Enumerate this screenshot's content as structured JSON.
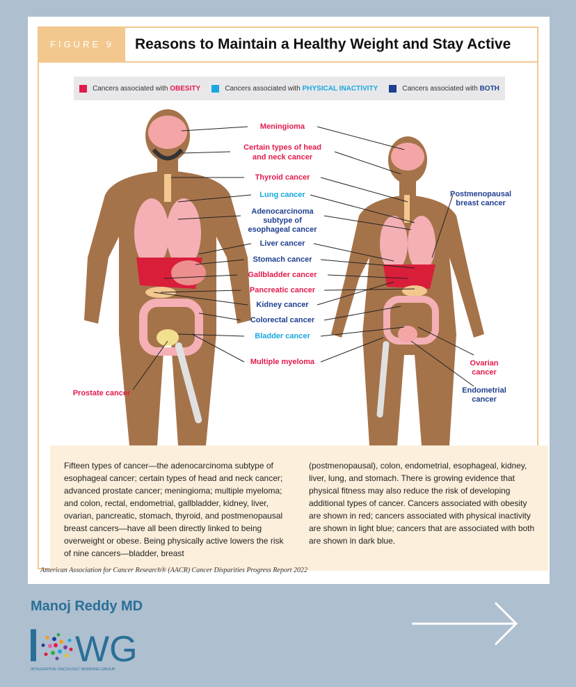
{
  "figure": {
    "tag": "FIGURE 9",
    "title": "Reasons to Maintain a Healthy Weight and Stay Active"
  },
  "legend": [
    {
      "prefix": "Cancers associated with ",
      "key": "OBESITY",
      "color": "#e31b4c"
    },
    {
      "prefix": "Cancers associated with ",
      "key": "PHYSICAL INACTIVITY",
      "color": "#1aa7e0"
    },
    {
      "prefix": "Cancers associated with ",
      "key": "BOTH",
      "color": "#1f3f8f"
    }
  ],
  "labels": {
    "meningioma": "Meningioma",
    "head_neck_1": "Certain types of head",
    "head_neck_2": "and neck cancer",
    "thyroid": "Thyroid cancer",
    "lung": "Lung cancer",
    "adeno_1": "Adenocarcinoma",
    "adeno_2": "subtype of",
    "adeno_3": "esophageal cancer",
    "liver": "Liver cancer",
    "stomach": "Stomach cancer",
    "gallbladder": "Gallbladder cancer",
    "pancreatic": "Pancreatic cancer",
    "kidney": "Kidney cancer",
    "colorectal": "Colorectal cancer",
    "bladder": "Bladder cancer",
    "myeloma": "Multiple myeloma",
    "prostate": "Prostate cancer",
    "breast_1": "Postmenopausal",
    "breast_2": "breast cancer",
    "ovarian_1": "Ovarian",
    "ovarian_2": "cancer",
    "endometrial_1": "Endometrial",
    "endometrial_2": "cancer"
  },
  "caption": {
    "left": "Fifteen types of cancer—the adenocarcinoma subtype of esophageal cancer; certain types of head and neck cancer; advanced prostate cancer; meningioma; multiple myeloma; and colon, rectal, endometrial, gallbladder, kidney, liver, ovarian, pancreatic, stomach, thyroid, and postmenopausal breast cancers—have all been directly linked to being overweight or obese. Being physically active lowers the risk of nine cancers—bladder, breast",
    "right": "(postmenopausal), colon, endometrial, esophageal, kidney, liver, lung, and stomach. There is growing evidence that physical fitness may also reduce the risk of developing additional types of cancer. Cancers associated with obesity are shown in red; cancers associated with physical inactivity are shown in light blue; cancers that are associated with both are shown in dark blue."
  },
  "source": "American Association for Cancer Research® (AACR) Cancer Disparities Progress Report 2022",
  "author": "Manoj Reddy MD",
  "logo": {
    "text": "WG",
    "subtitle": "INTEGRATIVE ONCOLOGY WORKING GROUP",
    "color": "#2a6f97"
  },
  "colors": {
    "obesity": "#e31b4c",
    "inactivity": "#1aa7e0",
    "both": "#1f3f8f",
    "skin": "#a5734a",
    "accent": "#f2c88f"
  },
  "icons": {
    "next": "arrow-right-icon"
  }
}
